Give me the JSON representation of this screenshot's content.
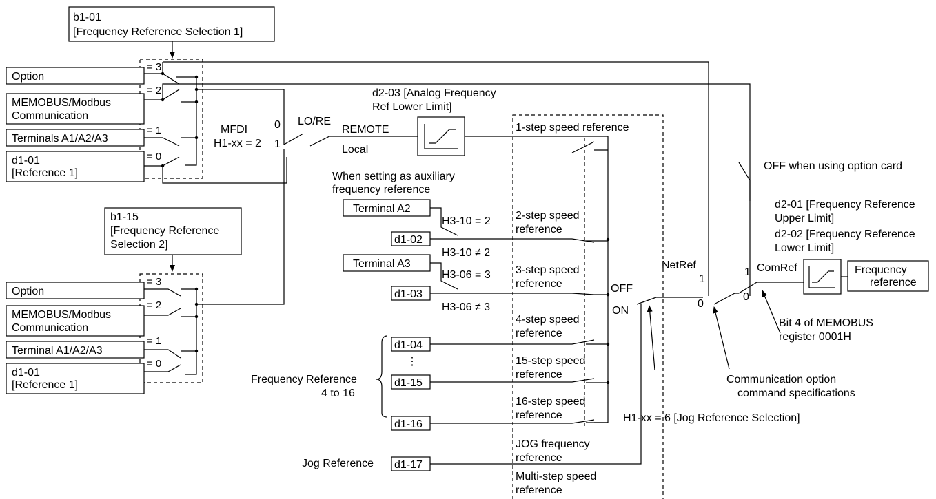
{
  "selection1": {
    "code": "b1-01",
    "name": "[Frequency Reference Selection 1]"
  },
  "selection2": {
    "code": "b1-15",
    "name1": "[Frequency Reference",
    "name2": "Selection 2]"
  },
  "sources1": {
    "option": "Option",
    "memobus1": "MEMOBUS/Modbus",
    "memobus2": "Communication",
    "terminals": "Terminals A1/A2/A3",
    "d101": "d1-01",
    "ref1": "[Reference 1]"
  },
  "sources2": {
    "option": "Option",
    "memobus1": "MEMOBUS/Modbus",
    "memobus2": "Communication",
    "terminals": "Terminal A1/A2/A3",
    "d101": "d1-01",
    "ref1": "[Reference 1]"
  },
  "eq": {
    "e3": "= 3",
    "e2": "= 2",
    "e1": "= 1",
    "e0": "= 0"
  },
  "mfdi": {
    "l1": "MFDI",
    "l2": "H1-xx = 2",
    "zero": "0",
    "one": "1"
  },
  "lore": {
    "label": "LO/RE",
    "remote": "REMOTE",
    "local": "Local"
  },
  "d203": {
    "l1": "d2-03 [Analog Frequency",
    "l2": "Ref Lower Limit]"
  },
  "aux": {
    "l1": "When setting as auxiliary",
    "l2": "frequency reference"
  },
  "terminalA2": "Terminal A2",
  "terminalA3": "Terminal A3",
  "h310": {
    "eq": "H3-10 = 2",
    "neq": "H3-10 ≠ 2"
  },
  "h306": {
    "eq": "H3-06 = 3",
    "neq": "H3-06 ≠ 3"
  },
  "params": {
    "d102": "d1-02",
    "d103": "d1-03",
    "d104": "d1-04",
    "d115": "d1-15",
    "d116": "d1-16",
    "d117": "d1-17"
  },
  "vdots": "⋮",
  "steps": {
    "s1": "1-step speed reference",
    "s2a": "2-step speed",
    "s2b": "reference",
    "s3a": "3-step speed",
    "s3b": "reference",
    "s4a": "4-step speed",
    "s4b": "reference",
    "s15a": "15-step speed",
    "s15b": "reference",
    "s16a": "16-step speed",
    "s16b": "reference",
    "joga": "JOG frequency",
    "jogb": "reference",
    "multia": "Multi-step speed",
    "multib": "reference"
  },
  "freqRef416": {
    "l1": "Frequency Reference",
    "l2": "4 to 16"
  },
  "jogReference": "Jog Reference",
  "offLabel": "OFF",
  "onLabel": "ON",
  "netref": {
    "label": "NetRef",
    "one": "1",
    "zero": "0"
  },
  "offOption": "OFF when using option card",
  "d201": {
    "l1": "d2-01 [Frequency Reference",
    "l2": "Upper Limit]",
    "l3": "d2-02 [Frequency Reference",
    "l4": "Lower Limit]"
  },
  "comref": {
    "label": "ComRef",
    "one": "1",
    "zero": "0"
  },
  "output": {
    "l1": "Frequency",
    "l2": "reference"
  },
  "bit4": {
    "l1": "Bit 4 of MEMOBUS",
    "l2": "register 0001H"
  },
  "commOpt": {
    "l1": "Communication option",
    "l2": "command specifications"
  },
  "h1xx6": "H1-xx = 6 [Jog Reference Selection]"
}
